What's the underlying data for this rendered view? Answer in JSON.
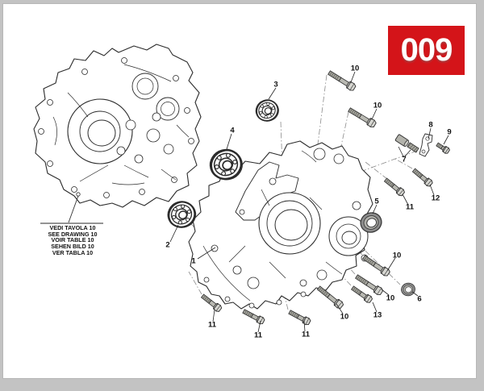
{
  "page": {
    "badge": {
      "label": "009"
    }
  },
  "callout": {
    "lines": [
      "VEDI TAVOLA 10",
      "SEE DRAWING 10",
      "VOIR TABLE 10",
      "SEHEN BILD 10",
      "VER TABLA 10"
    ]
  },
  "labels": [
    {
      "text": "1"
    },
    {
      "text": "2"
    },
    {
      "text": "3"
    },
    {
      "text": "4"
    },
    {
      "text": "5"
    },
    {
      "text": "6"
    },
    {
      "text": "7"
    },
    {
      "text": "8"
    },
    {
      "text": "9"
    },
    {
      "text": "10"
    },
    {
      "text": "10"
    },
    {
      "text": "10"
    },
    {
      "text": "10"
    },
    {
      "text": "10"
    },
    {
      "text": "11"
    },
    {
      "text": "11"
    },
    {
      "text": "11"
    },
    {
      "text": "11"
    },
    {
      "text": "12"
    },
    {
      "text": "13"
    }
  ],
  "colors": {
    "badge_bg": "#d41419",
    "badge_text": "#ffffff",
    "line": "#2b2b2b",
    "dash_line": "#8a8a8a",
    "bolt_shaft": "#a3a39c",
    "bolt_head": "#d6d6d1",
    "seal_dark": "#8d8d8d",
    "seal_light": "#b9b9b4",
    "page_bg": "#ffffff",
    "surround_bg": "#c3c3c3"
  }
}
